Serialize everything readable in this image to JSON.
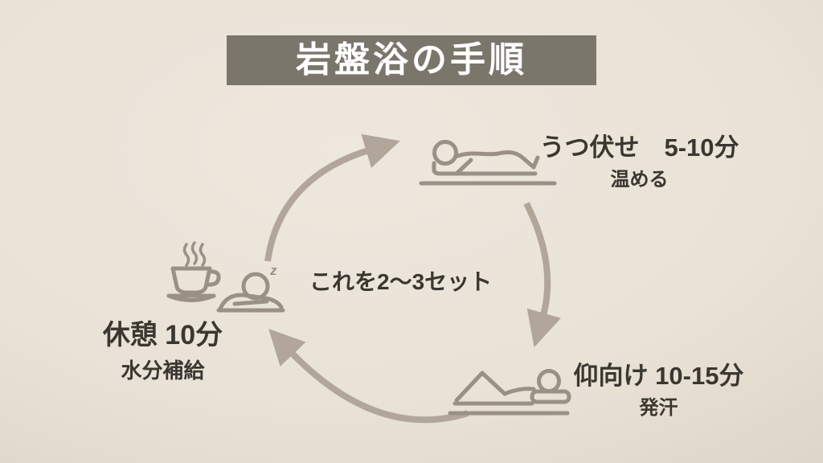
{
  "page": {
    "title_banner": "岩盤浴の手順"
  },
  "cycle": {
    "direction": "clockwise",
    "center_note": "これを2〜3セット",
    "steps": [
      {
        "id": "prone",
        "label": "うつ伏せ　5-10分",
        "sublabel": "温める",
        "icon": "person-lying-facedown-icon"
      },
      {
        "id": "supine",
        "label": "仰向け 10-15分",
        "sublabel": "発汗",
        "icon": "person-lying-faceup-icon"
      },
      {
        "id": "rest",
        "label": "休憩 10分",
        "sublabel": "水分補給",
        "icon": "coffee-cup-steam-icon / sleeping-person-icon"
      }
    ]
  },
  "icons": {
    "sleep_z": "z"
  },
  "colors": {
    "background_center": "#ece6dc",
    "background_edge": "#c8bfab",
    "banner": "#7b766c",
    "banner_text": "#ffffff",
    "arrow": "#b1a699",
    "icon_stroke": "#9a9184",
    "text": "#3a3731"
  }
}
